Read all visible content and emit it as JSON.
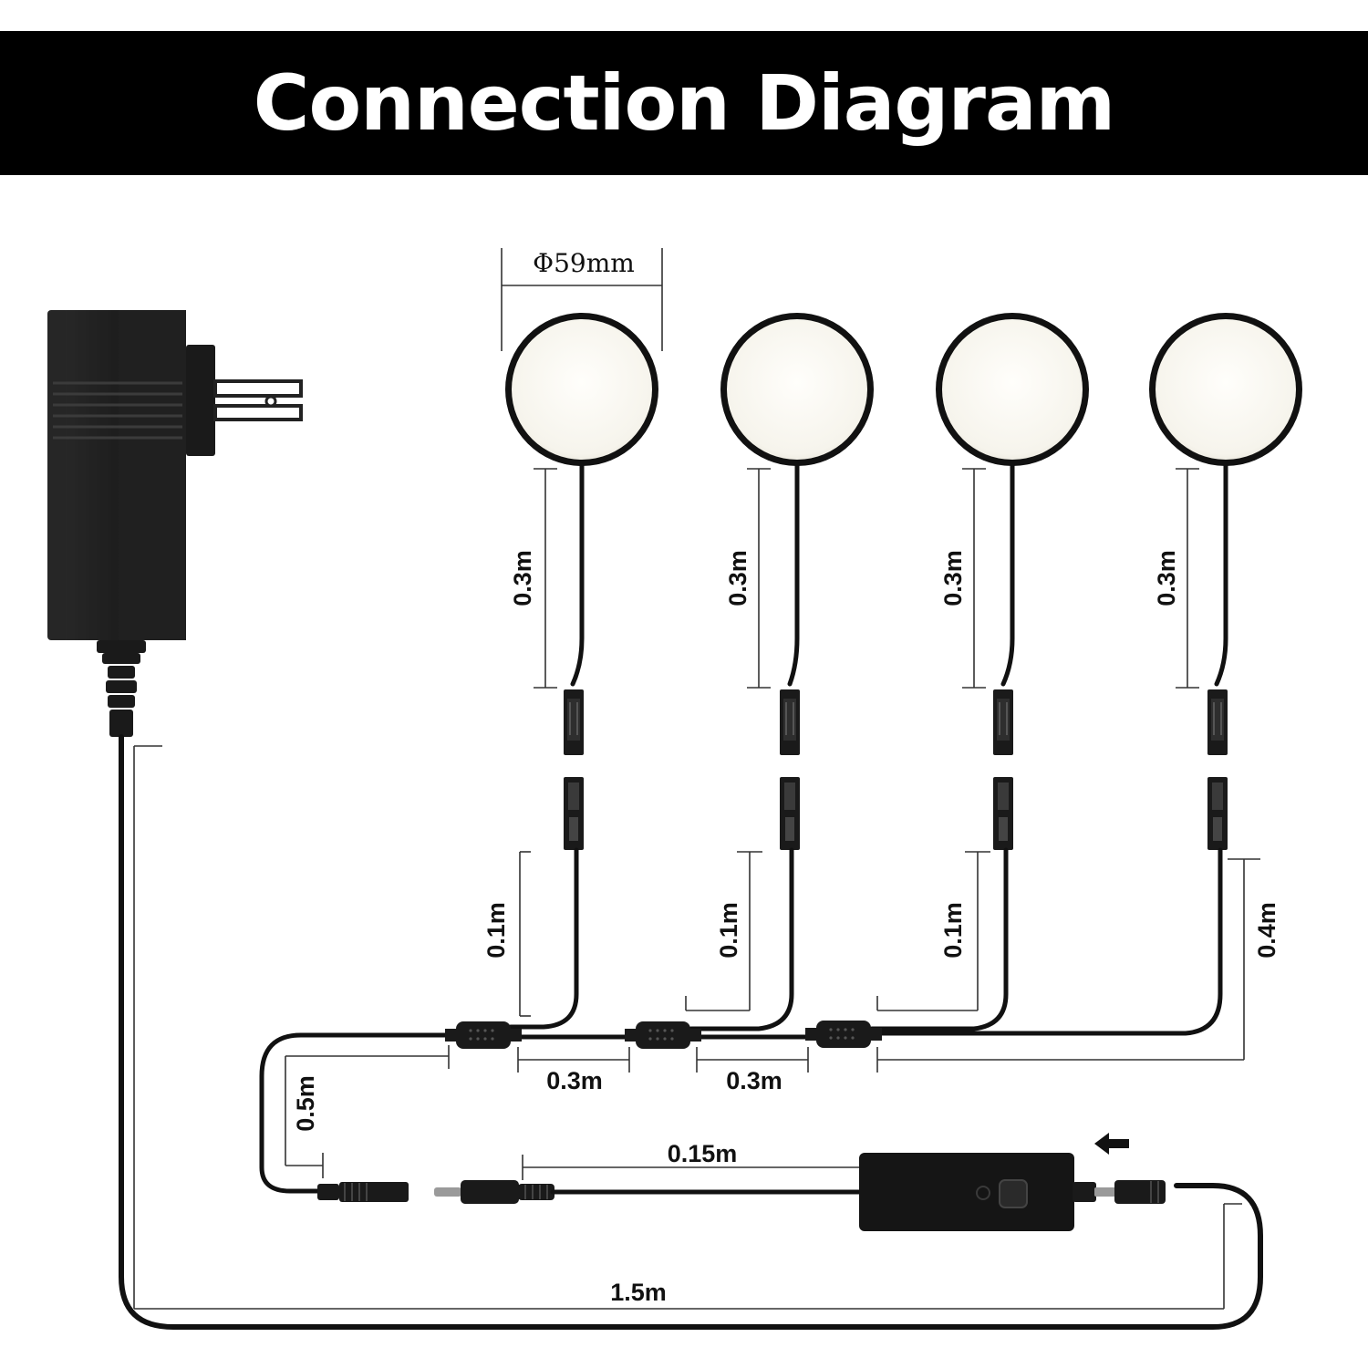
{
  "title": "Connection Diagram",
  "diameter_label": "Φ59mm",
  "lights": [
    {
      "lead_length": "0.3m",
      "drop_length": "0.1m"
    },
    {
      "lead_length": "0.3m",
      "drop_length": "0.1m"
    },
    {
      "lead_length": "0.3m",
      "drop_length": "0.1m"
    },
    {
      "lead_length": "0.3m",
      "drop_length": "0.4m"
    }
  ],
  "splitter_spacing": [
    "0.3m",
    "0.3m"
  ],
  "splitter_input_length": "0.5m",
  "switch_cable_length": "0.15m",
  "adapter_cable_length": "1.5m",
  "switch_direction": "left",
  "colors": {
    "title_bar": "#000000",
    "title_text": "#ffffff",
    "cable": "#111111",
    "light_face": "#fbfaf5"
  }
}
